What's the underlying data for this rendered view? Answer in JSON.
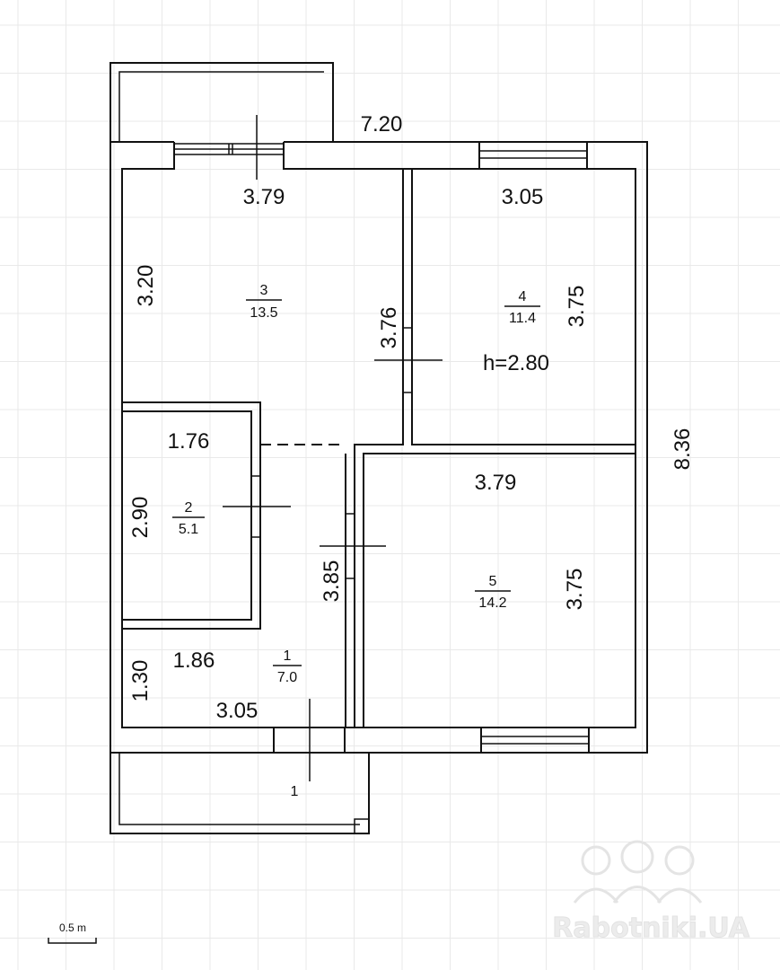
{
  "plan": {
    "dims": {
      "overall_top": "7.20",
      "overall_right": "8.36",
      "room3_width": "3.79",
      "room3_height": "3.20",
      "room3_right": "3.76",
      "room4_width": "3.05",
      "room4_height": "3.75",
      "ceiling_height": "h=2.80",
      "room2_width": "1.76",
      "room2_height": "2.90",
      "room5_width": "3.79",
      "room5_height": "3.75",
      "hall_left": "3.85",
      "room1_width": "1.86",
      "room1_height": "1.30",
      "room1_bottom": "3.05"
    },
    "rooms": [
      {
        "number": "3",
        "area": "13.5"
      },
      {
        "number": "4",
        "area": "11.4"
      },
      {
        "number": "2",
        "area": "5.1"
      },
      {
        "number": "5",
        "area": "14.2"
      },
      {
        "number": "1",
        "area": "7.0"
      }
    ],
    "entrance_label": "1"
  },
  "scale_label": "0.5 m",
  "watermark": "Rabotniki.UA",
  "colors": {
    "line": "#111111",
    "grid": "#e9e9e9",
    "background": "#ffffff"
  }
}
